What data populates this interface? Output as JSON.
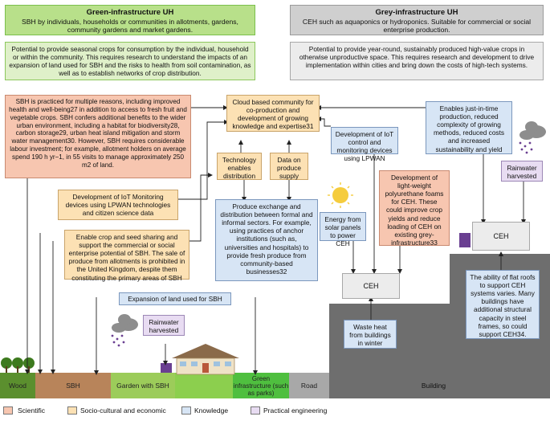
{
  "green_header": {
    "title": "Green-infrastructure UH",
    "text": "SBH by individuals, households or communities in allotments, gardens, community gardens and market gardens."
  },
  "grey_header": {
    "title": "Grey-infrastructure UH",
    "text": "CEH such as aquaponics or hydroponics. Suitable for commercial or social enterprise production."
  },
  "green_potential": "Potential to provide seasonal crops for consumption by the individual, household or within the community. This requires research to understand the impacts of an expansion of land used for SBH and the risks to health from soil contamination, as well as to establish networks of crop distribution.",
  "grey_potential": "Potential to provide year-round, sustainably produced high-value crops in otherwise unproductive space. This requires research and development to drive implementation within cities and bring down the costs of high-tech systems.",
  "sbh_reasons": "SBH is practiced for multiple reasons, including improved health and well-being27 in addition to access to fresh fruit and vegetable crops. SBH confers additional benefits to the wider urban environment, including a habitat for biodiversity28, carbon storage29, urban heat island mitigation and storm water management30. However, SBH requires considerable labour investment; for example, allotment holders on average spend 190 h yr−1, in 55 visits to manage approximately 250 m2 of land.",
  "cloud_community": "Cloud based community for co-production and development of growing knowledge and expertise31",
  "just_in_time": "Enables just-in-time production, reduced complexity of growing methods, reduced costs and increased sustainability and yield",
  "iot_control": "Development of IoT control and monitoring devices using LPWAN",
  "technology_distribution": "Technology enables distribution",
  "data_supply": "Data on produce supply",
  "iot_monitoring": "Development of IoT Monitoring devices using LPWAN technologies and citizen science data",
  "polyurethane": "Development of light-weight polyurethane foams for CEH. These could improve crop yields and reduce loading of CEH on existing grey-infrastructure33",
  "rainwater_top": "Rainwater harvested",
  "energy_solar": "Energy from solar panels to power CEH",
  "produce_exchange": "Produce exchange and distribution between formal and informal sectors. For example, using practices of anchor institutions (such as, universities and hospitals) to provide fresh produce from community-based businesses32",
  "crop_sharing": "Enable crop and seed sharing and support the commercial or social enterprise potential of SBH. The sale of produce from allotments is prohibited in the United Kingdom, despite them constituting the primary areas of SBH",
  "ceh_right": "CEH",
  "ceh_middle": "CEH",
  "flat_roofs": "The ability of flat roofs to support CEH systems varies. Many buildings have additional structural capacity in steel frames, so could support CEH34.",
  "expansion_land": "Expansion of land used for SBH",
  "rainwater_bottom": "Rainwater harvested",
  "waste_heat": "Waste heat from buildings in winter",
  "ground": {
    "wood": "Wood",
    "sbh": "SBH",
    "garden": "Garden with SBH",
    "green_infra": "Green infrastructure (such as parks)",
    "road": "Road",
    "building": "Building"
  },
  "legend": {
    "scientific": "Scientific",
    "socio": "Socio-cultural and economic",
    "knowledge": "Knowledge",
    "practical": "Practical engineering"
  },
  "colors": {
    "scientific": "#f7c6b0",
    "socio": "#fce1b4",
    "knowledge": "#d7e5f5",
    "practical": "#e8dcf2",
    "green_header": "#b8e08a",
    "grey_header": "#cfcfcf",
    "building": "#6e6e6e"
  }
}
